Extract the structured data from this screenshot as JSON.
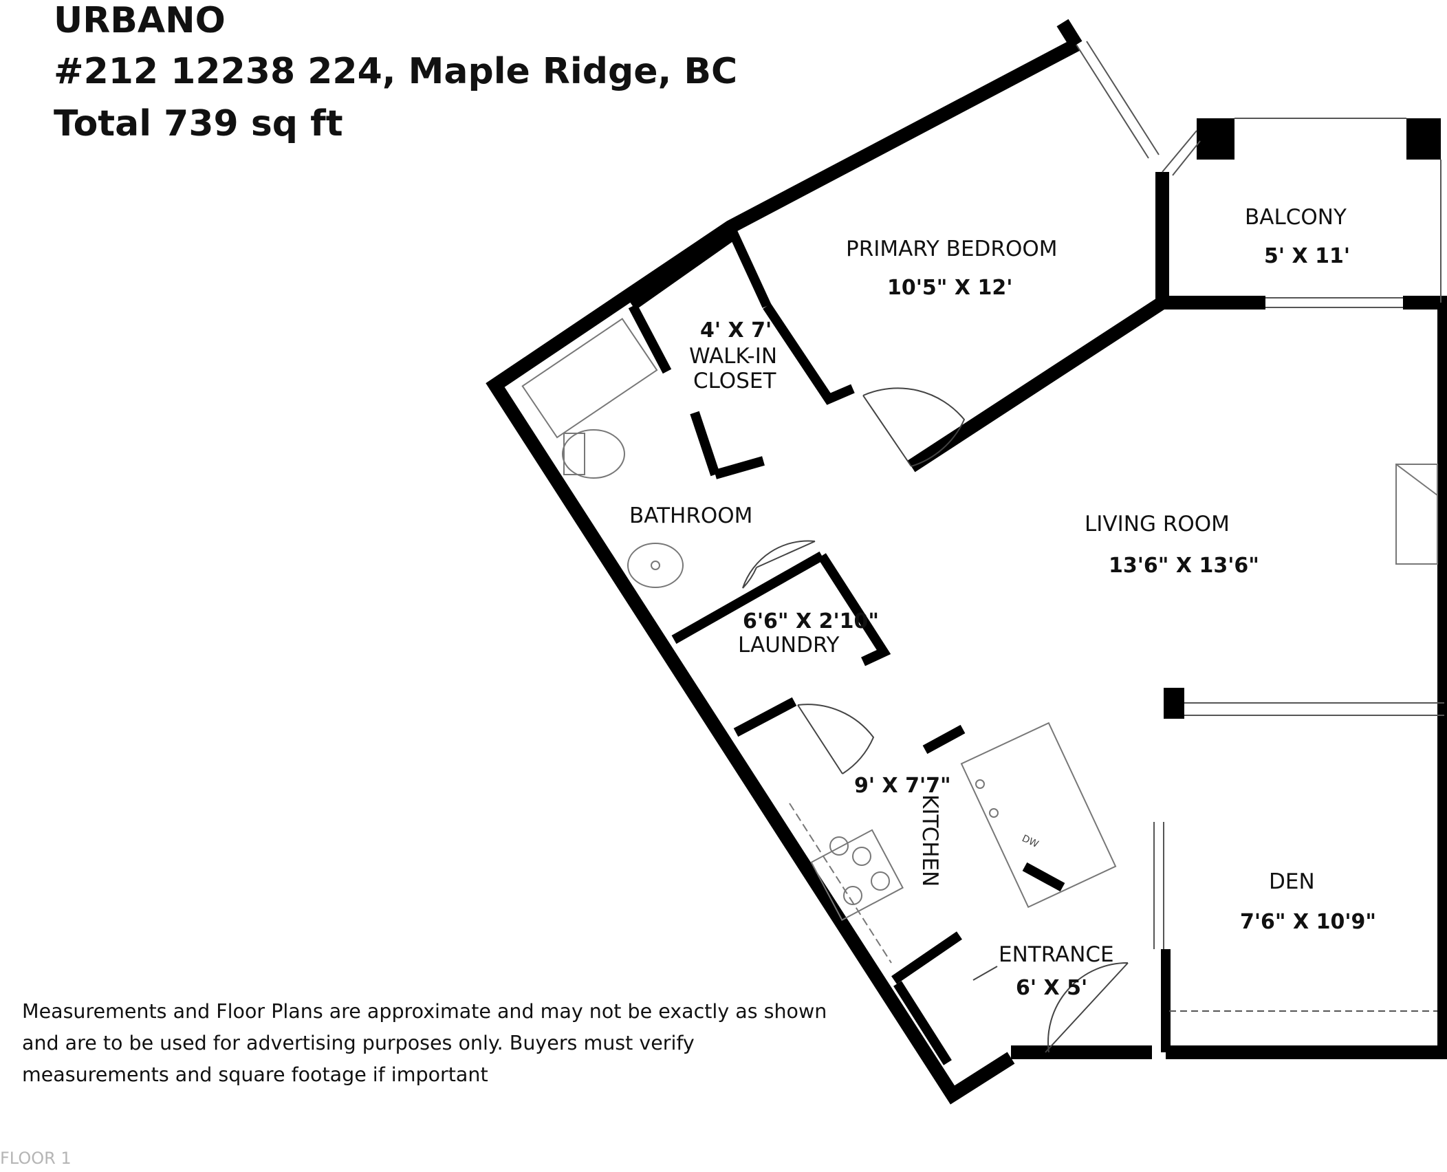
{
  "header": {
    "line1": "URBANO",
    "line2": "#212 12238 224, Maple Ridge, BC",
    "line3": "Total 739 sq ft"
  },
  "rooms": {
    "primary_bedroom": {
      "name": "PRIMARY BEDROOM",
      "dims": "10'5\" X 12'"
    },
    "balcony": {
      "name": "BALCONY",
      "dims": "5' X 11'"
    },
    "walk_in_closet": {
      "dims": "4' X 7'",
      "name_line1": "WALK-IN",
      "name_line2": "CLOSET"
    },
    "bathroom": {
      "name": "BATHROOM"
    },
    "laundry": {
      "dims": "6'6\" X 2'10\"",
      "name": "LAUNDRY"
    },
    "living_room": {
      "name": "LIVING ROOM",
      "dims": "13'6\" X 13'6\""
    },
    "kitchen": {
      "dims": "9' X 7'7\"",
      "name": "KITCHEN"
    },
    "den": {
      "name": "DEN",
      "dims": "7'6\" X 10'9\""
    },
    "entrance": {
      "name": "ENTRANCE",
      "dims": "6' X 5'"
    }
  },
  "appliance_labels": {
    "dishwasher": "DW"
  },
  "disclaimer": "Measurements and Floor Plans are approximate and may not be exactly as shown and are to be used for advertising purposes only. Buyers must verify measurements and square footage if important",
  "floor_label": "FLOOR 1",
  "colors": {
    "wall": "#000000",
    "fixture_line": "#777777",
    "text": "#111111",
    "floor_label": "#b5b5b5"
  }
}
